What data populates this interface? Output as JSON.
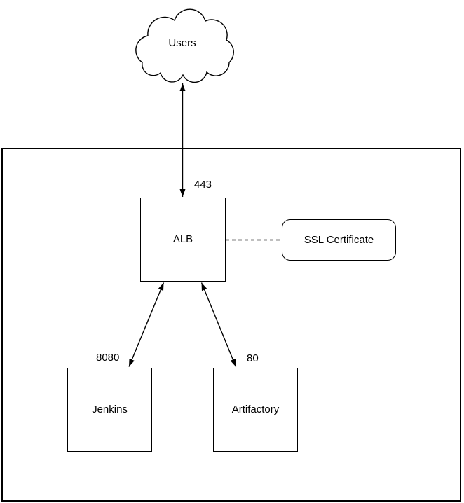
{
  "diagram": {
    "type": "architecture-diagram",
    "colors": {
      "stroke": "#000000",
      "background": "#ffffff",
      "text": "#000000"
    },
    "nodes": {
      "users": {
        "label": "Users",
        "shape": "cloud"
      },
      "alb": {
        "label": "ALB",
        "shape": "rectangle",
        "port": "443"
      },
      "ssl_certificate": {
        "label": "SSL Certificate",
        "shape": "rounded-rectangle"
      },
      "jenkins": {
        "label": "Jenkins",
        "shape": "rectangle",
        "port": "8080"
      },
      "artifactory": {
        "label": "Artifactory",
        "shape": "rectangle",
        "port": "80"
      }
    },
    "edges": [
      {
        "from": "users",
        "to": "alb",
        "style": "solid",
        "arrows": "both",
        "port_label": "443"
      },
      {
        "from": "alb",
        "to": "ssl_certificate",
        "style": "dashed",
        "arrows": "none",
        "port_label": ""
      },
      {
        "from": "alb",
        "to": "jenkins",
        "style": "solid",
        "arrows": "both",
        "port_label": "8080"
      },
      {
        "from": "alb",
        "to": "artifactory",
        "style": "solid",
        "arrows": "both",
        "port_label": "80"
      }
    ]
  }
}
